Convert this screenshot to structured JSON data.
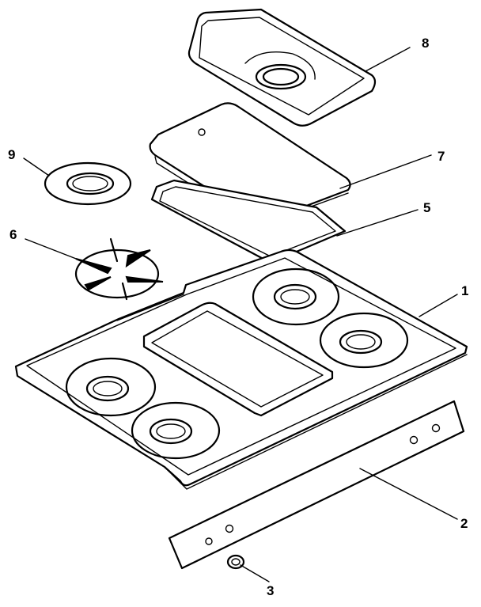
{
  "callouts": {
    "c1": "1",
    "c2": "2",
    "c3": "3",
    "c5": "5",
    "c6": "6",
    "c7": "7",
    "c8": "8",
    "c9": "9"
  }
}
